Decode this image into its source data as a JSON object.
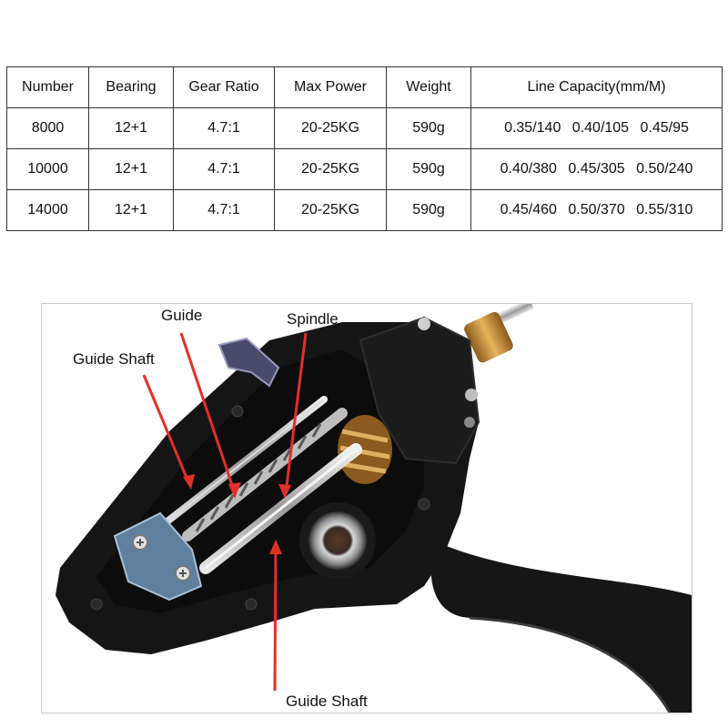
{
  "table": {
    "headers": [
      "Number",
      "Bearing",
      "Gear Ratio",
      "Max Power",
      "Weight",
      "Line Capacity(mm/M)"
    ],
    "rows": [
      {
        "number": "8000",
        "bearing": "12+1",
        "ratio": "4.7:1",
        "power": "20-25KG",
        "weight": "590g",
        "capacity": [
          "0.35/140",
          "0.40/105",
          "0.45/95"
        ]
      },
      {
        "number": "10000",
        "bearing": "12+1",
        "ratio": "4.7:1",
        "power": "20-25KG",
        "weight": "590g",
        "capacity": [
          "0.40/380",
          "0.45/305",
          "0.50/240"
        ]
      },
      {
        "number": "14000",
        "bearing": "12+1",
        "ratio": "4.7:1",
        "power": "20-25KG",
        "weight": "590g",
        "capacity": [
          "0.45/460",
          "0.50/370",
          "0.55/310"
        ]
      }
    ]
  },
  "photo": {
    "callouts": {
      "guide": "Guide",
      "spindle": "Spindle",
      "guide_shaft_top": "Guide Shaft",
      "guide_shaft_bottom": "Guide Shaft"
    },
    "colors": {
      "body": "#111111",
      "arrow": "#e0302a",
      "brass": "#c8973a",
      "bracket": "#5f7f9e"
    }
  }
}
